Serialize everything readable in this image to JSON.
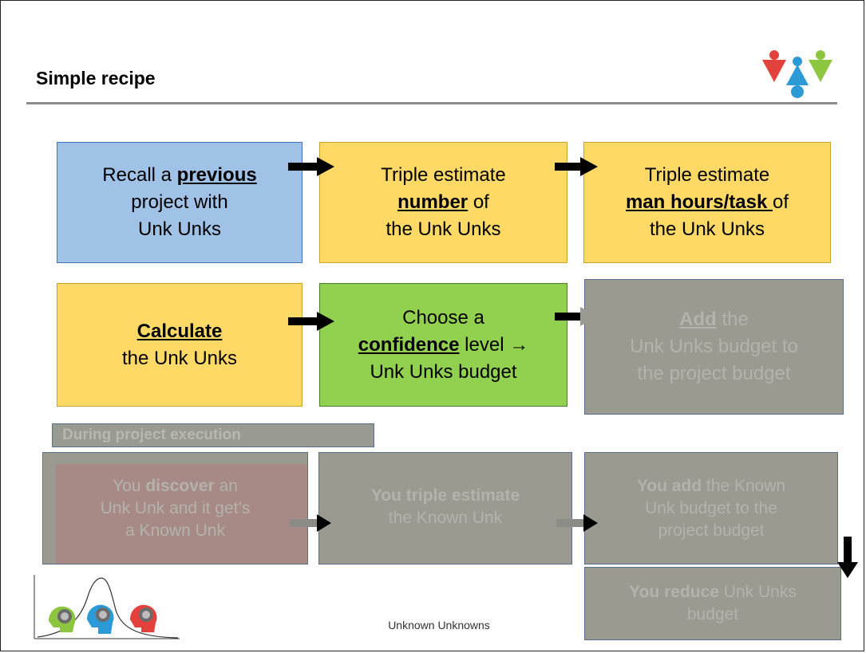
{
  "title": "Simple recipe",
  "footer": "Unknown Unknowns",
  "row1": {
    "box1": {
      "pre": "Recall a ",
      "bold": "previous",
      "l2": "project with",
      "l3": "Unk Unks"
    },
    "box2": {
      "l1": "Triple estimate",
      "bold": "number",
      "post": " of",
      "l3": "the Unk Unks"
    },
    "box3": {
      "l1": "Triple estimate",
      "bold": "man hours/task ",
      "post": "of",
      "l3": "the Unk Unks"
    }
  },
  "row2": {
    "box1": {
      "bold": "Calculate",
      "l2": "the Unk Unks"
    },
    "box2": {
      "l1": "Choose a",
      "bold": "confidence",
      "post": " level →",
      "l3": "Unk Unks budget"
    },
    "box3": {
      "bold": "Add",
      "post": " the",
      "l2": "Unk Unks budget to",
      "l3": "the project budget"
    }
  },
  "execution": {
    "label": "During project execution",
    "box1": {
      "pre": "You ",
      "bold": "discover",
      "post": " an",
      "l2": "Unk Unk and it get’s",
      "l3": "a Known Unk"
    },
    "box2": {
      "bold": "You triple estimate",
      "l2": "the Known Unk"
    },
    "box3": {
      "bold": "You add",
      "post": " the Known",
      "l2": "Unk budget to the",
      "l3": "project budget"
    },
    "box4": {
      "bold": "You reduce",
      "post": " Unk Unks",
      "l2": "budget"
    }
  },
  "colors": {
    "blue": "#a0c2e6",
    "yellow": "#ffd966",
    "green": "#92d050",
    "faded": "#9a9a90",
    "logo_red": "#e2413c",
    "logo_green": "#8cc63f",
    "logo_blue": "#2b9ad6"
  },
  "icons": [
    "company-logo-icon",
    "heads-bell-curve-icon",
    "right-arrow-icon",
    "down-arrow-icon"
  ]
}
